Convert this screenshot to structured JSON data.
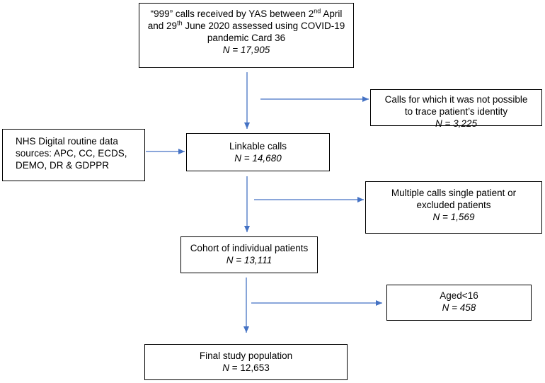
{
  "boxes": {
    "calls_received": {
      "line1_pre": "“999” calls received by YAS between 2",
      "line1_sup": "nd",
      "line1_post": " April",
      "line2_pre": "and 29",
      "line2_sup": "th",
      "line2_post": " June 2020 assessed using COVID-19",
      "line3": "pandemic Card 36",
      "n": "N = 17,905"
    },
    "untraceable": {
      "line1": "Calls for which it was not possible",
      "line2": "to trace patient’s identity",
      "n": "N = 3,225"
    },
    "nhs_sources": {
      "line1": "NHS Digital routine data",
      "line2": "sources: APC, CC, ECDS,",
      "line3": "DEMO, DR & GDPPR"
    },
    "linkable": {
      "line1": "Linkable calls",
      "n": "N = 14,680"
    },
    "multiple_calls": {
      "line1": "Multiple calls single patient or",
      "line2": "excluded patients",
      "n": "N = 1,569"
    },
    "cohort": {
      "line1": "Cohort of individual patients",
      "n": "N = 13,111"
    },
    "aged": {
      "line1": "Aged<16",
      "n": "N = 458"
    },
    "final": {
      "line1": "Final study population",
      "n_label": "N",
      "n_value": " = 12,653"
    }
  },
  "colors": {
    "arrow": "#4472C4",
    "border": "#000000"
  }
}
